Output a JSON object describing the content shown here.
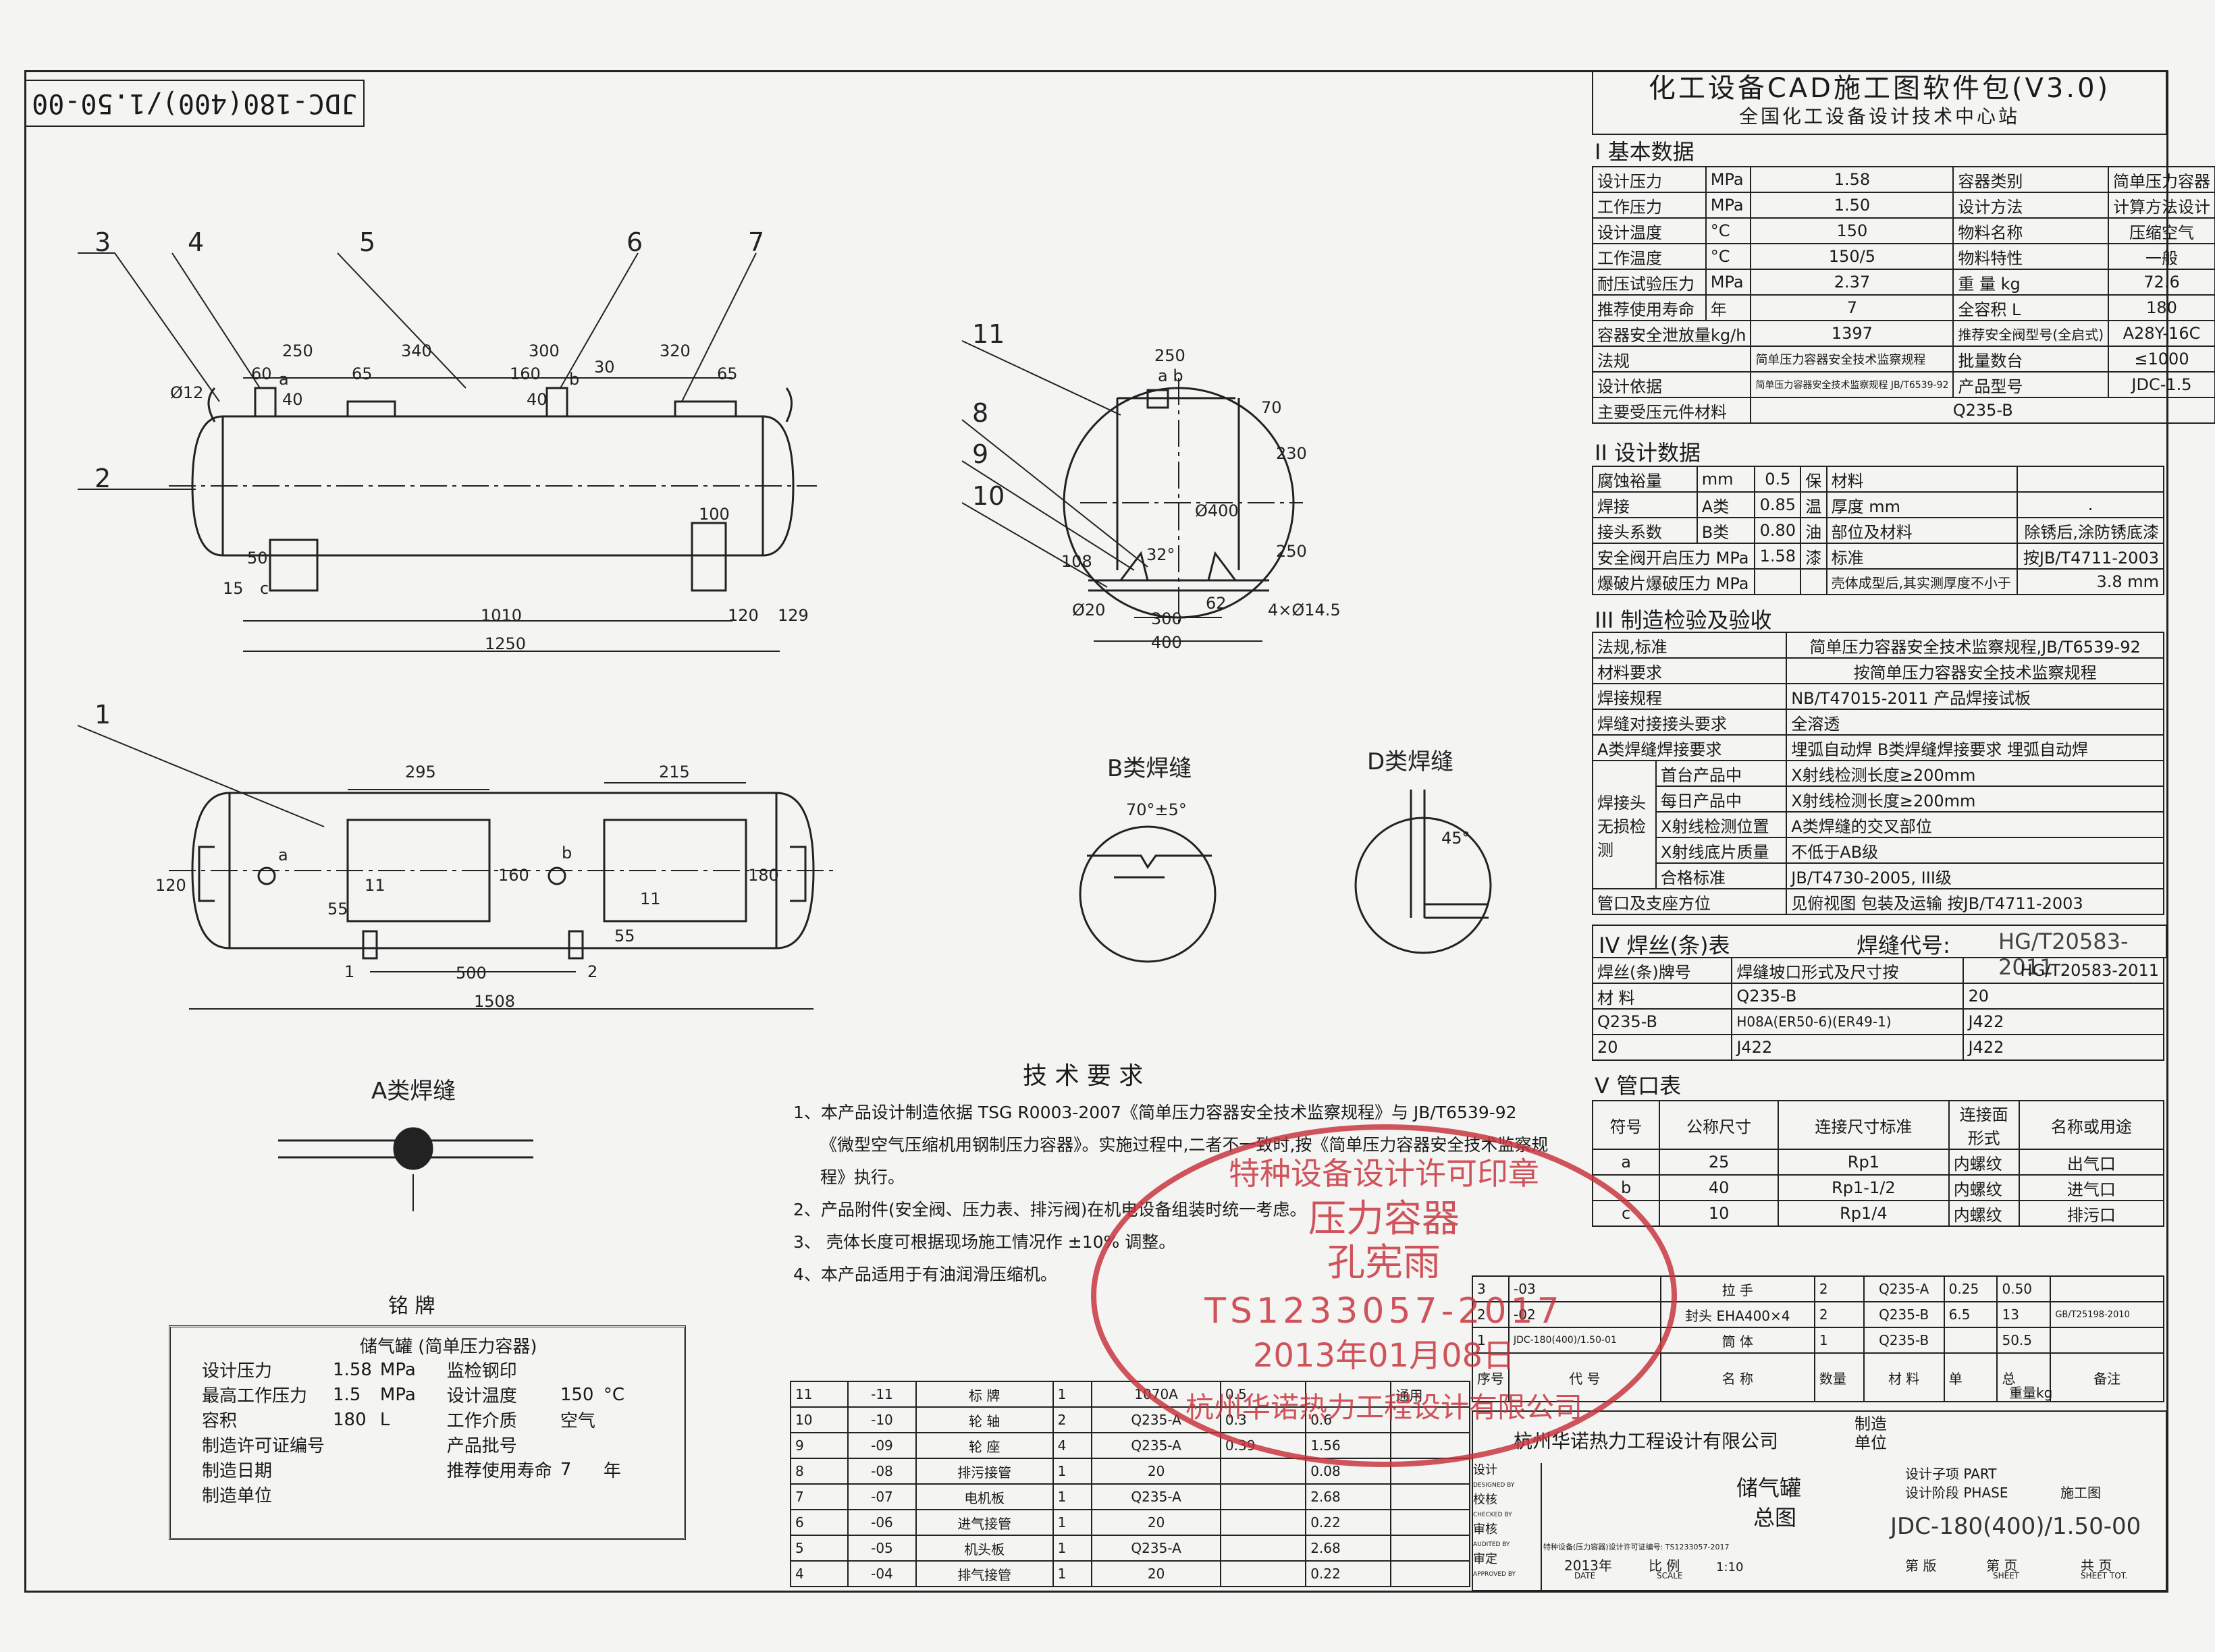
{
  "drawing_code_rotated": "JDC-180(400)/1.50-00",
  "title_header": {
    "title": "化工设备CAD施工图软件包(V3.0)",
    "subtitle": "全国化工设备设计技术中心站"
  },
  "section1": {
    "title": "I 基本数据",
    "rows": [
      [
        "设计压力",
        "MPa",
        "1.58",
        "容器类别",
        "简单压力容器"
      ],
      [
        "工作压力",
        "MPa",
        "1.50",
        "设计方法",
        "计算方法设计"
      ],
      [
        "设计温度",
        "°C",
        "150",
        "物料名称",
        "压缩空气"
      ],
      [
        "工作温度",
        "°C",
        "150/5",
        "物料特性",
        "一般"
      ],
      [
        "耐压试验压力",
        "MPa",
        "2.37",
        "重 量 kg",
        "72.6"
      ],
      [
        "推荐使用寿命",
        "年",
        "7",
        "全容积 L",
        "180"
      ],
      [
        "容器安全泄放量kg/h",
        "",
        "1397",
        "推荐安全阀型号(全启式)",
        "A28Y-16C"
      ],
      [
        "法规",
        "",
        "简单压力容器安全技术监察规程",
        "批量数台",
        "≤1000"
      ],
      [
        "设计依据",
        "",
        "简单压力容器安全技术监察规程 JB/T6539-92",
        "产品型号",
        "JDC-1.5"
      ],
      [
        "主要受压元件材料",
        "",
        "Q235-B",
        "",
        ""
      ]
    ]
  },
  "section2": {
    "title": "II 设计数据",
    "rows": [
      [
        "腐蚀裕量",
        "mm",
        "0.5",
        "保",
        "材料",
        ""
      ],
      [
        "焊接",
        "A类",
        "0.85",
        "温",
        "厚度 mm",
        "."
      ],
      [
        "接头系数",
        "B类",
        "0.80",
        "油",
        "部位及材料",
        "除锈后,涂防锈底漆"
      ],
      [
        "安全阀开启压力 MPa",
        "",
        "1.58",
        "漆",
        "标准",
        "按JB/T4711-2003"
      ],
      [
        "爆破片爆破压力 MPa",
        "",
        "",
        "",
        "壳体成型后,其实测厚度不小于",
        "3.8 mm"
      ]
    ]
  },
  "section3": {
    "title": "III 制造检验及验收",
    "rows": [
      [
        "法规,标准",
        "简单压力容器安全技术监察规程,JB/T6539-92"
      ],
      [
        "材料要求",
        "按简单压力容器安全技术监察规程"
      ],
      [
        "焊接规程",
        "NB/T47015-2011  产品焊接试板"
      ],
      [
        "焊缝对接接头要求",
        "全溶透"
      ],
      [
        "A类焊缝焊接要求",
        "埋弧自动焊  B类焊缝焊接要求  埋弧自动焊"
      ],
      [
        "首台产品中",
        "X射线检测长度≥200mm"
      ],
      [
        "每日产品中",
        "X射线检测长度≥200mm"
      ],
      [
        "X射线检测位置",
        "A类焊缝的交叉部位"
      ],
      [
        "X射线底片质量",
        "不低于AB级"
      ],
      [
        "合格标准",
        "JB/T4730-2005, III级"
      ],
      [
        "管口及支座方位",
        "见俯视图  包装及运输  按JB/T4711-2003"
      ]
    ],
    "ndt_label": "焊接头无损检测"
  },
  "section4": {
    "title": "IV 焊丝(条)表",
    "code_label": "焊缝代号:",
    "code": "HG/T20583-2011",
    "rows": [
      [
        "焊丝(条)牌号",
        "焊缝坡口形式及尺寸按",
        "HG/T20583-2011"
      ],
      [
        "材 料",
        "Q235-B",
        "20"
      ],
      [
        "Q235-B",
        "H08A(ER50-6)(ER49-1)",
        "J422"
      ],
      [
        "20",
        "J422",
        "J422"
      ]
    ]
  },
  "section5": {
    "title": "V 管口表",
    "headers": [
      "符号",
      "公称尺寸",
      "连接尺寸标准",
      "连接面形式",
      "名称或用途"
    ],
    "rows": [
      [
        "a",
        "25",
        "Rp1",
        "内螺纹",
        "出气口"
      ],
      [
        "b",
        "40",
        "Rp1-1/2",
        "内螺纹",
        "进气口"
      ],
      [
        "c",
        "10",
        "Rp1/4",
        "内螺纹",
        "排污口"
      ]
    ]
  },
  "parts_right": {
    "rows": [
      [
        "3",
        "-03",
        "拉 手",
        "2",
        "Q235-A",
        "0.25",
        "0.50",
        ""
      ],
      [
        "2",
        "-02",
        "封头 EHA400×4",
        "2",
        "Q235-B",
        "6.5",
        "13",
        "GB/T25198-2010"
      ],
      [
        "1",
        "JDC-180(400)/1.50-01",
        "筒 体",
        "1",
        "Q235-B",
        "",
        "50.5",
        ""
      ]
    ],
    "header": [
      "序号",
      "代 号",
      "名 称",
      "数量",
      "材 料",
      "单",
      "总",
      "备注"
    ],
    "weight_label": "重量kg"
  },
  "parts_left": {
    "rows": [
      [
        "11",
        "-11",
        "标 牌",
        "1",
        "1070A",
        "0.5",
        "",
        "通用"
      ],
      [
        "10",
        "-10",
        "轮 轴",
        "2",
        "Q235-A",
        "0.3",
        "0.6",
        ""
      ],
      [
        "9",
        "-09",
        "轮 座",
        "4",
        "Q235-A",
        "0.39",
        "1.56",
        ""
      ],
      [
        "8",
        "-08",
        "排污接管",
        "1",
        "20",
        "",
        "0.08",
        ""
      ],
      [
        "7",
        "-07",
        "电机板",
        "1",
        "Q235-A",
        "",
        "2.68",
        ""
      ],
      [
        "6",
        "-06",
        "进气接管",
        "1",
        "20",
        "",
        "0.22",
        ""
      ],
      [
        "5",
        "-05",
        "机头板",
        "1",
        "Q235-A",
        "",
        "2.68",
        ""
      ],
      [
        "4",
        "-04",
        "排气接管",
        "1",
        "20",
        "",
        "0.22",
        ""
      ]
    ]
  },
  "title_block": {
    "company": "杭州华诺热力工程设计有限公司",
    "maker_unit": "制造单位",
    "design": "设计",
    "design_en": "DESIGNED BY",
    "check": "校核",
    "check_en": "CHECKED BY",
    "audit": "审核",
    "audit_en": "AUDITED BY",
    "approve": "审定",
    "approve_en": "APPROVED BY",
    "product_name": "储气罐",
    "drawing_name": "总图",
    "design_item": "设计子项 PART",
    "design_stage": "设计阶段 PHASE",
    "stage_value": "施工图",
    "drawing_no": "JDC-180(400)/1.50-00",
    "license": "特种设备(压力容器)设计许可证编号: TS1233057-2017",
    "year": "2013年",
    "date_en": "DATE",
    "scale_label": "比 例",
    "scale_en": "SCALE",
    "scale": "1:10",
    "edition": "第 版",
    "page": "第 页",
    "sheet_en": "SHEET",
    "total": "共 页",
    "total_en": "SHEET TOT."
  },
  "tech_req": {
    "title": "技 术 要 求",
    "items": [
      "1、本产品设计制造依据 TSG R0003-2007《简单压力容器安全技术监察规程》与 JB/T6539-92",
      "《微型空气压缩机用钢制压力容器》。实施过程中,二者不一致时,按《简单压力容器安全技术监察规程》执行。",
      "2、产品附件(安全阀、压力表、排污阀)在机电设备组装时统一考虑。",
      "3、 壳体长度可根据现场施工情况作 ±10% 调整。",
      "4、本产品适用于有油润滑压缩机。"
    ]
  },
  "nameplate": {
    "title": "铭 牌",
    "product": "储气罐 (简单压力容器)",
    "rows": [
      [
        "设计压力",
        "1.58",
        "MPa",
        "监检钢印",
        "",
        ""
      ],
      [
        "最高工作压力",
        "1.5",
        "MPa",
        "设计温度",
        "150",
        "°C"
      ],
      [
        "容积",
        "180",
        "L",
        "工作介质",
        "空气",
        ""
      ],
      [
        "制造许可证编号",
        "",
        "",
        "产品批号",
        "",
        ""
      ],
      [
        "制造日期",
        "",
        "",
        "推荐使用寿命",
        "7",
        "年"
      ],
      [
        "制造单位",
        "",
        "",
        "",
        "",
        ""
      ]
    ]
  },
  "weld_labels": {
    "a": "A类焊缝",
    "b": "B类焊缝",
    "d": "D类焊缝",
    "b_angle": "70°±5°",
    "d_angle": "45°"
  },
  "stamp": {
    "line1": "杭州华诺热力工程设计有限公司",
    "line2": "特种设备设计许可印章",
    "line3": "压力容器",
    "line4": "孔宪雨",
    "line5": "TS1233057-2017",
    "line6": "2013年01月08日",
    "color": "#c8303a"
  },
  "dims_front": {
    "d250": "250",
    "d340": "340",
    "d300": "300",
    "d320": "320",
    "d60": "60",
    "d65a": "65",
    "d160": "160",
    "d30": "30",
    "d65b": "65",
    "d40a": "40",
    "d40b": "40",
    "d1010": "1010",
    "d120": "120",
    "d129": "129",
    "d1250": "1250",
    "d100": "100",
    "d50": "50",
    "d15": "15",
    "phi12": "Ø12",
    "balloons": [
      "3",
      "4",
      "5",
      "6",
      "7",
      "2"
    ],
    "a": "a",
    "b": "b",
    "c": "c"
  },
  "dims_side": {
    "d250": "250",
    "d70": "70",
    "d230": "230",
    "d250v": "250",
    "phi400": "Ø400",
    "d108": "108",
    "d32": "32°",
    "d300": "300",
    "d400": "400",
    "d62": "62",
    "holes": "4×Ø14.5",
    "phi20": "Ø20",
    "balloons": [
      "11",
      "8",
      "9",
      "10"
    ],
    "ab": "a b"
  },
  "dims_top": {
    "d295": "295",
    "d215": "215",
    "d120": "120",
    "d160": "160",
    "d180": "180",
    "d55a": "55",
    "d11a": "11",
    "d11b": "11",
    "d55b": "55",
    "d500": "500",
    "d1508": "1508",
    "balloon": "1",
    "p1": "1",
    "p2": "2",
    "a": "a",
    "b": "b"
  }
}
